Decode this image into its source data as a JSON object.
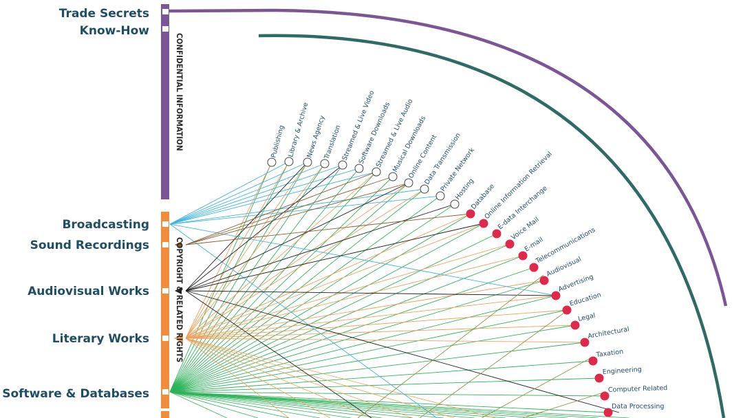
{
  "colors": {
    "confidential": "#7b5596",
    "copyright": "#f18c3c",
    "teal_arc": "#2e6b66",
    "link_blue": "#3db4e0",
    "link_orange": "#f0a05a",
    "link_green": "#2fb35a",
    "link_black": "#1c1c1c",
    "link_brown": "#8a5a2c",
    "link_olive": "#8c9440",
    "service_red": "#e0284a",
    "label_text": "#1f4e64"
  },
  "categories": [
    {
      "id": "trade-secrets",
      "label": "Trade Secrets"
    },
    {
      "id": "know-how",
      "label": "Know-How"
    },
    {
      "id": "broadcasting",
      "label": "Broadcasting"
    },
    {
      "id": "sound-recordings",
      "label": "Sound Recordings"
    },
    {
      "id": "audiovisual-works",
      "label": "Audiovisual Works"
    },
    {
      "id": "literary-works",
      "label": "Literary Works"
    },
    {
      "id": "software-databases",
      "label": "Software & Databases"
    }
  ],
  "groups": {
    "confidential": "CONFIDENTIAL INFORMATION",
    "copyright": "COPYRIGHT & RELATED RIGHTS"
  },
  "services_digital": [
    "Publishing",
    "Library & Archive",
    "News Agency",
    "Translation",
    "Streamed & Live Video",
    "Software Downloads",
    "Streamed & Live Audio",
    "Musical Downloads",
    "Online Content",
    "Data Transmission",
    "Private Network",
    "Hosting"
  ],
  "services_other": [
    "Database",
    "Online Information Retrieval",
    "E-data Interchange",
    "Voice Mail",
    "E-mail",
    "Telecommunications",
    "Audiovisual",
    "Advertising",
    "Education",
    "Legal",
    "Architectural",
    "Taxation",
    "Engineering",
    "Computer Related",
    "Data Processing"
  ]
}
